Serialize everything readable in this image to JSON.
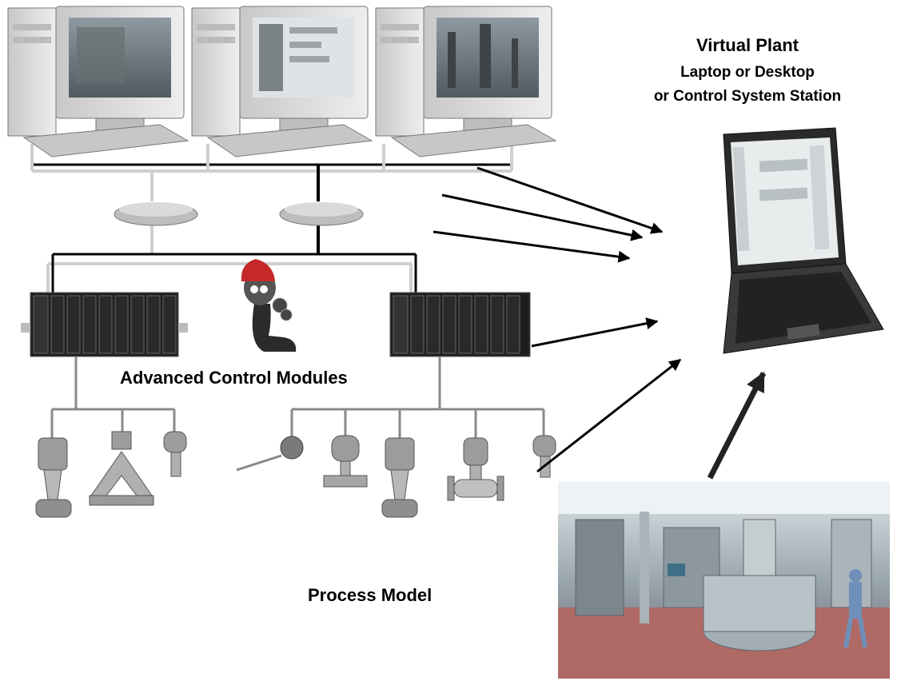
{
  "labels": {
    "virtual_plant_title": "Virtual Plant",
    "virtual_plant_sub1": "Laptop or Desktop",
    "virtual_plant_sub2": "or Control System Station",
    "modules": "Advanced Control Modules",
    "process_model": "Process Model"
  },
  "nodes": {
    "workstations": [
      "workstation-1",
      "workstation-2",
      "workstation-3"
    ],
    "switches": [
      "network-switch-1",
      "network-switch-2"
    ],
    "controllers": [
      "controller-rack-1",
      "controller-rack-2"
    ],
    "field_devices_left": [
      "control-valve",
      "coriolis-flowmeter",
      "pressure-transmitter"
    ],
    "field_devices_right": [
      "temperature-sensor",
      "pressure-transmitter",
      "control-valve",
      "vortex-flowmeter",
      "pressure-transmitter"
    ],
    "laptop": "virtual-plant-laptop",
    "mascot": "mascot-character",
    "plant_photo": "process-plant-photo"
  },
  "arrows": [
    "workstation-data-to-laptop",
    "switch-data-to-laptop",
    "controller-data-to-laptop",
    "rack-data-to-laptop",
    "field-device-data-to-laptop",
    "process-model-to-laptop"
  ],
  "colors": {
    "hardware_light": "#d8d8d8",
    "hardware_dark": "#1e1e1e",
    "bus": "#000000",
    "arrow": "#000000",
    "plant_floor": "#b06a66",
    "plant_equipment": "#9aa6ad"
  }
}
